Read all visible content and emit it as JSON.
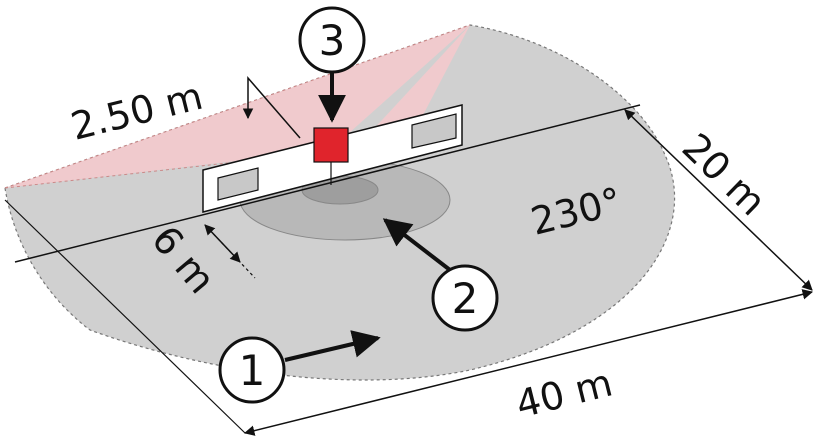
{
  "diagram": {
    "labels": {
      "height": "2.50 m",
      "depth_radius": "20 m",
      "inner_radius": "6 m",
      "width": "40 m",
      "angle": "230°"
    },
    "callouts": [
      "1",
      "2",
      "3"
    ]
  },
  "colors": {
    "detection_zone": "#d0d0d0",
    "inner_zone": "#b8b8b8",
    "core_zone": "#9e9e9e",
    "sensor": "#e0242c",
    "beam": "#f6c9cc",
    "line": "#111111"
  }
}
